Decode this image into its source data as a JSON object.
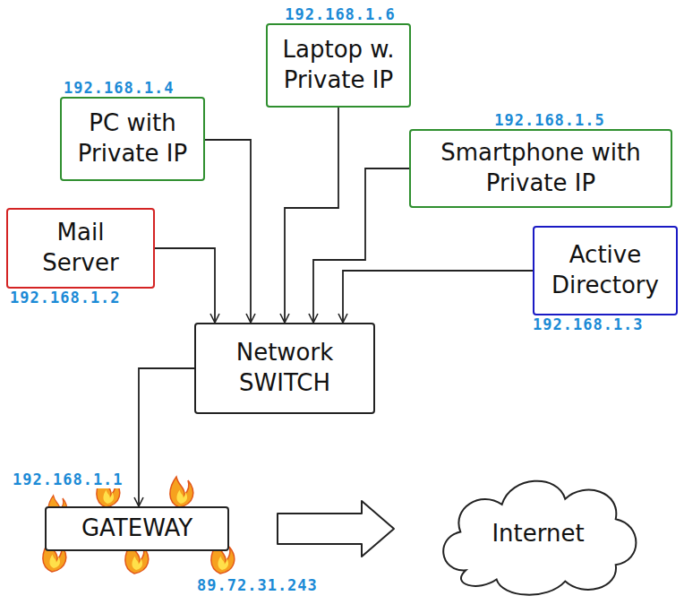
{
  "diagram": {
    "nodes": [
      {
        "text": [
          "192.168.1.6",
          "Laptop w. Private IP"
        ]
      },
      {
        "text": [
          "192.168.1.4",
          "PC with Private IP"
        ]
      },
      {
        "text": [
          "192.168.1.5",
          "Smartphone with Private IP"
        ]
      },
      {
        "text": [
          "Mail Server",
          "192.168.1.2"
        ]
      },
      {
        "text": [
          "Active Directory",
          "192.168.1.3"
        ]
      },
      {
        "text": [
          "Network SWITCH"
        ]
      },
      {
        "text": [
          "192.168.1.1",
          "GATEWAY",
          "89.72.31.243"
        ]
      },
      {
        "text": [
          "Internet"
        ]
      }
    ],
    "edges": [
      {
        "from": 0,
        "to": 5,
        "arrow": "to"
      },
      {
        "from": 1,
        "to": 5,
        "arrow": "to"
      },
      {
        "from": 2,
        "to": 5,
        "arrow": "to"
      },
      {
        "from": 3,
        "to": 5,
        "arrow": "to"
      },
      {
        "from": 4,
        "to": 5,
        "arrow": "to"
      },
      {
        "from": 5,
        "to": 6,
        "arrow": "to"
      },
      {
        "from": 6,
        "to": 7,
        "arrow": "to"
      }
    ]
  }
}
